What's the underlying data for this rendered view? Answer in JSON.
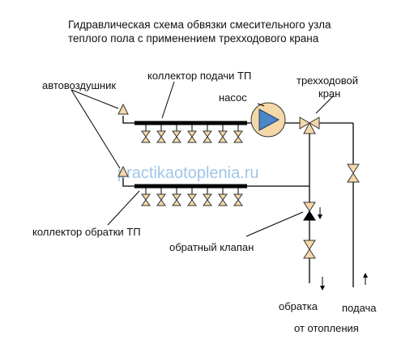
{
  "title": {
    "line1": "Гидравлическая схема обвязки смесительного узла",
    "line2": "теплого пола с применением трехходового крана"
  },
  "labels": {
    "air_vent": "автовоздушник",
    "supply_manifold": "коллектор подачи ТП",
    "pump": "насос",
    "three_way_line1": "трехходовой",
    "three_way_line2": "кран",
    "return_manifold": "коллектор обратки ТП",
    "check_valve": "обратный клапан",
    "return_pipe": "обратка",
    "supply_pipe": "подача",
    "from_heating": "от отопления"
  },
  "watermark": "practikaotoplenia.ru",
  "colors": {
    "valve_fill": "#f5d8a9",
    "pump_fill": "#f5d8a9",
    "pump_arrow": "#4a86c8",
    "watermark": "#9ec6e8"
  },
  "icons": {
    "valve": "butterfly-valve-icon",
    "pump": "pump-icon",
    "air_vent": "air-vent-icon",
    "check_valve": "check-valve-icon",
    "flow_arrow": "flow-arrow-icon"
  }
}
